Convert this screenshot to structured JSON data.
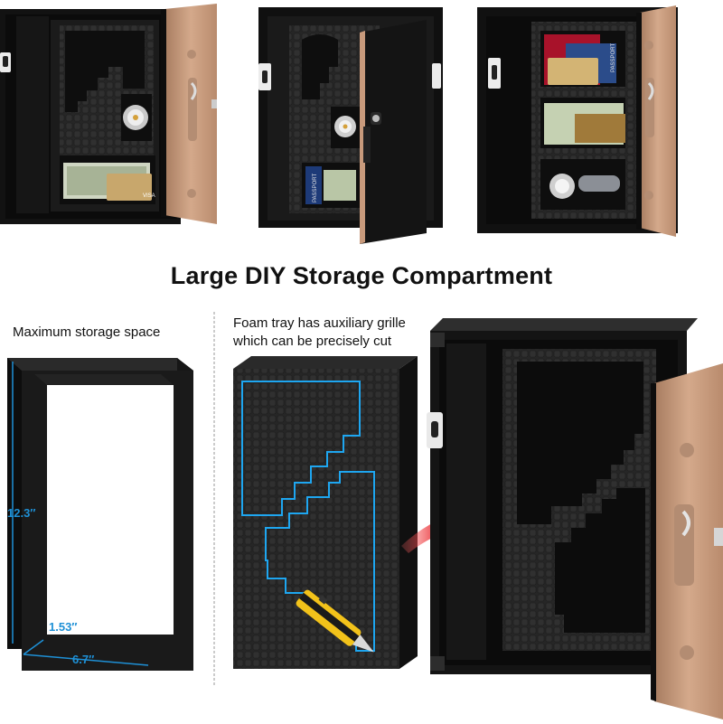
{
  "headline": "Large DIY Storage Compartment",
  "left_caption": "Maximum storage space",
  "middle_caption_line1": "Foam tray has auxiliary grille",
  "middle_caption_line2": "which can be precisely cut",
  "dimensions": {
    "height": "12.3″",
    "depth": "1.53″",
    "width": "6.7″"
  },
  "photo_labels": {
    "passport": "PASSPORT",
    "visa": "VISA"
  },
  "colors": {
    "safe_body": "#151515",
    "door_bronze": "#c89a7c",
    "foam": "#2a2a2a",
    "dimension_blue": "#1e90d6",
    "arrow_red": "#e0141b",
    "cutter_yellow": "#f2c21a"
  }
}
